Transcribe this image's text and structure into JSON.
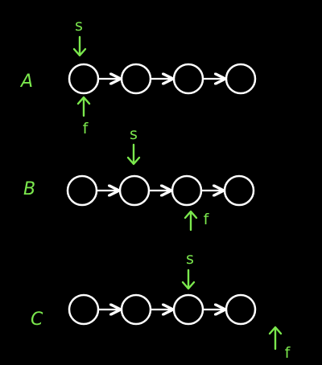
{
  "colors": {
    "background": "#000000",
    "node_stroke": "#ffffff",
    "annotation": "#7be84d"
  },
  "rows": [
    {
      "label": "A",
      "node_count": 4,
      "slow": {
        "label": "s",
        "node_index": 0
      },
      "fast": {
        "label": "f",
        "node_index": 0
      }
    },
    {
      "label": "B",
      "node_count": 4,
      "slow": {
        "label": "s",
        "node_index": 1
      },
      "fast": {
        "label": "f",
        "node_index": 2
      }
    },
    {
      "label": "C",
      "node_count": 4,
      "slow": {
        "label": "s",
        "node_index": 2
      },
      "fast": {
        "label": "f",
        "node_index": 4
      }
    }
  ]
}
